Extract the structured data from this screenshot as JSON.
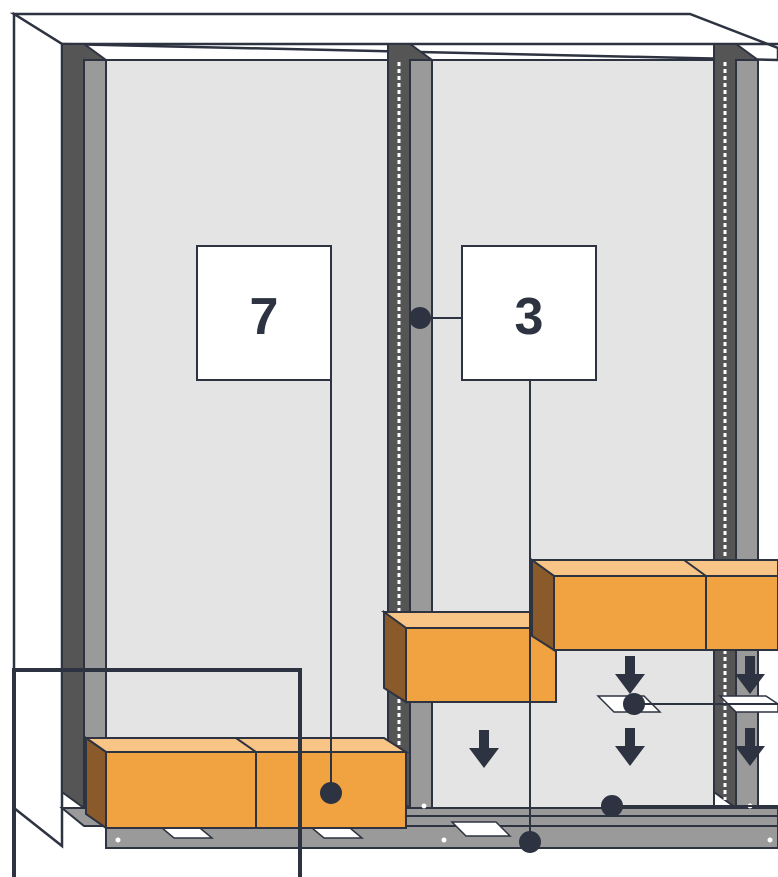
{
  "callouts": [
    {
      "id": "callout-7",
      "label": "7"
    },
    {
      "id": "callout-3",
      "label": "3"
    }
  ],
  "colors": {
    "outline": "#2d3340",
    "panel": "#e4e4e4",
    "post_dark": "#555555",
    "post_light": "#9a9a9a",
    "box_front": "#f2a341",
    "box_top": "#f8c587",
    "box_side": "#8a5a2b",
    "arrow": "#2d3340"
  }
}
